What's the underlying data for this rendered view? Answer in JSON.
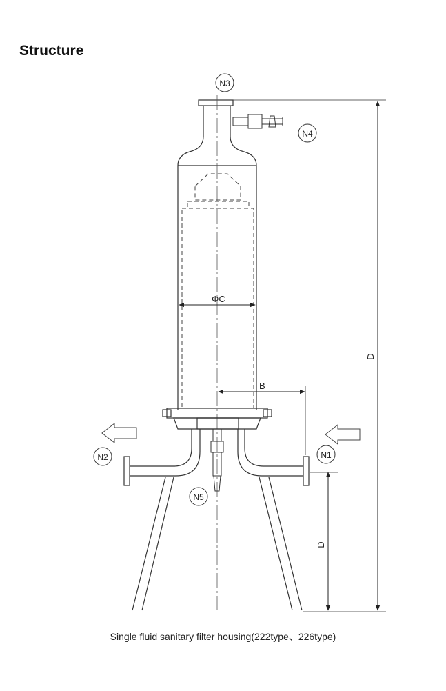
{
  "title": "Structure",
  "caption": "Single fluid sanitary filter housing(222type、226type)",
  "nozzles": {
    "n1": "N1",
    "n2": "N2",
    "n3": "N3",
    "n4": "N4",
    "n5": "N5"
  },
  "dimensions": {
    "phi_c": "ΦC",
    "b": "B",
    "d_overall": "D",
    "d_leg": "D"
  }
}
